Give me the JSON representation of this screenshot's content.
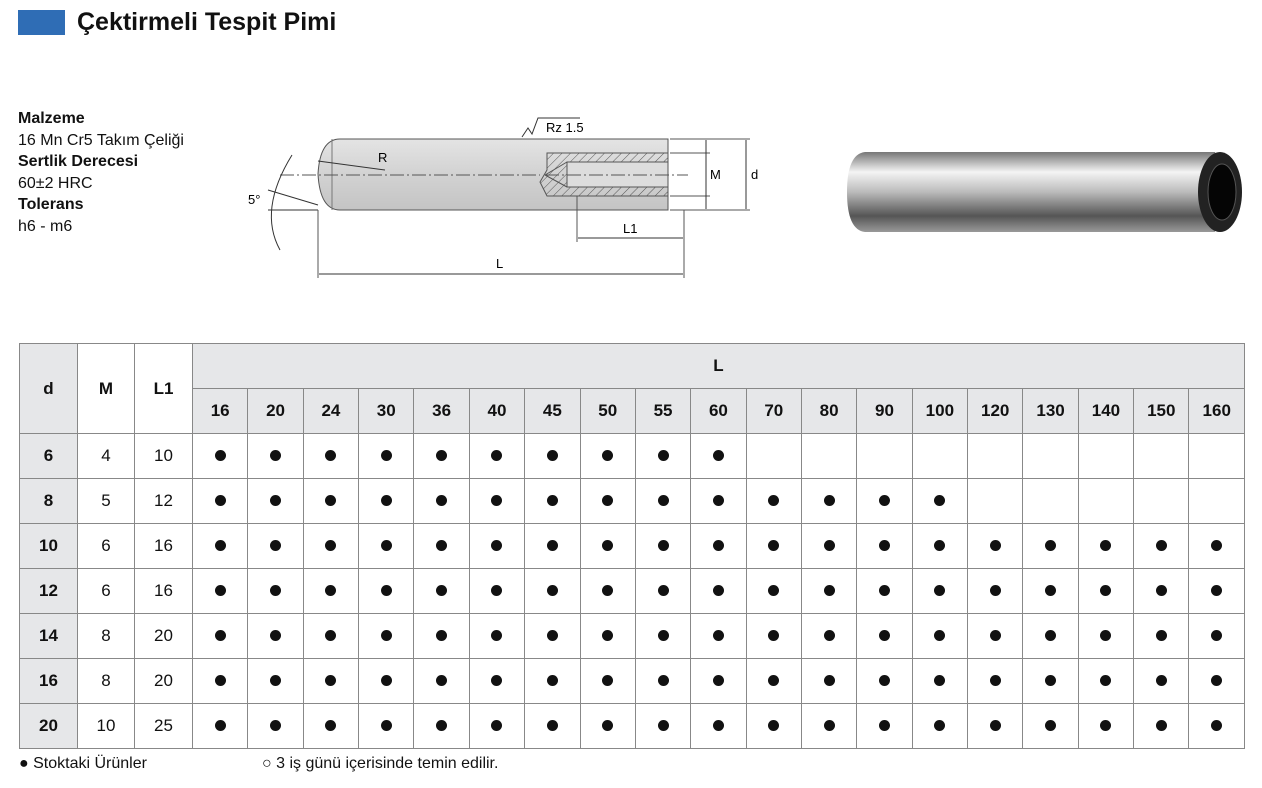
{
  "title": "Çektirmeli Tespit Pimi",
  "colors": {
    "accent": "#2f6db5",
    "header_bg": "#e6e7e9"
  },
  "specs": [
    {
      "label": "Malzeme",
      "value": "16 Mn Cr5 Takım Çeliği"
    },
    {
      "label": "Sertlik Derecesi",
      "value": "60±2 HRC"
    },
    {
      "label": "Tolerans",
      "value": "h6 - m6"
    }
  ],
  "diagram": {
    "roughness": "Rz 1.5",
    "R": "R",
    "angle": "5°",
    "M": "M",
    "d": "d",
    "L1": "L1",
    "L": "L"
  },
  "table": {
    "headers": {
      "d": "d",
      "M": "M",
      "L1": "L1",
      "L": "L"
    },
    "lengths": [
      "16",
      "20",
      "24",
      "30",
      "36",
      "40",
      "45",
      "50",
      "55",
      "60",
      "70",
      "80",
      "90",
      "100",
      "120",
      "130",
      "140",
      "150",
      "160"
    ],
    "rows": [
      {
        "d": "6",
        "M": "4",
        "L1": "10",
        "available_count": 10
      },
      {
        "d": "8",
        "M": "5",
        "L1": "12",
        "available_count": 14
      },
      {
        "d": "10",
        "M": "6",
        "L1": "16",
        "available_count": 19
      },
      {
        "d": "12",
        "M": "6",
        "L1": "16",
        "available_count": 19
      },
      {
        "d": "14",
        "M": "8",
        "L1": "20",
        "available_count": 19
      },
      {
        "d": "16",
        "M": "8",
        "L1": "20",
        "available_count": 19
      },
      {
        "d": "20",
        "M": "10",
        "L1": "25",
        "available_count": 19
      }
    ]
  },
  "legend": {
    "in_stock": "● Stoktaki Ürünler",
    "three_days": "○ 3 iş günü içerisinde temin edilir."
  }
}
